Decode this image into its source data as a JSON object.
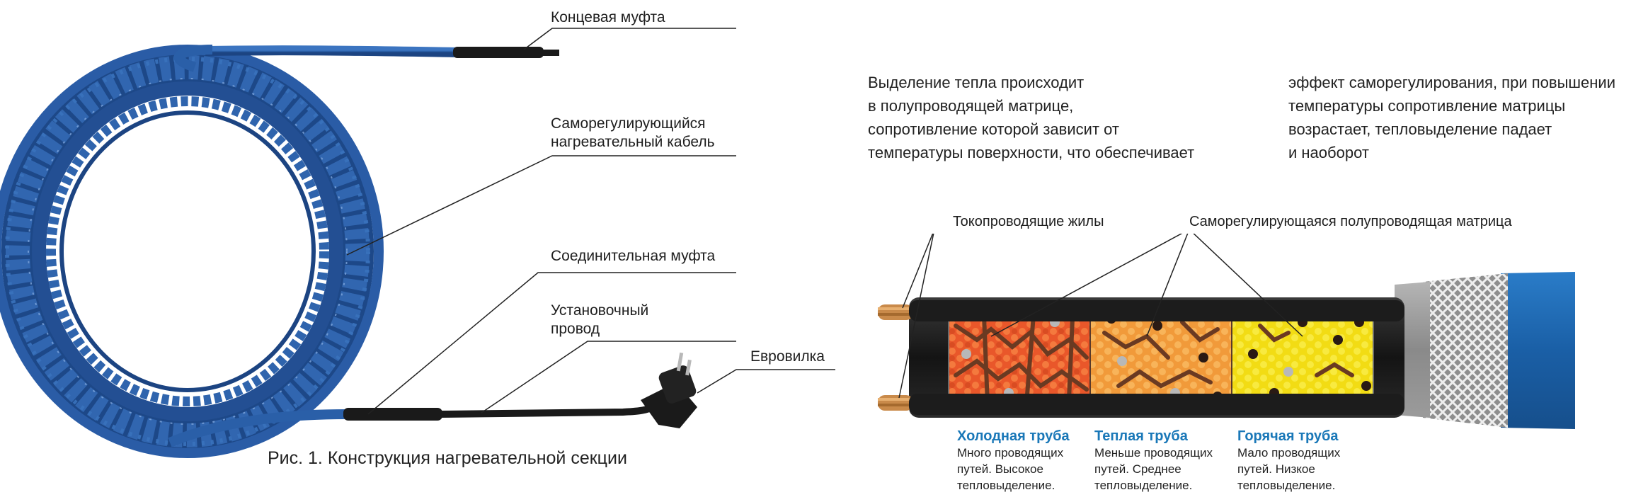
{
  "left_figure": {
    "labels": {
      "end_coupling": "Концевая муфта",
      "cable_line1": "Саморегулирующийся",
      "cable_line2": "нагревательный кабель",
      "connecting_coupling": "Соединительная муфта",
      "install_wire_line1": "Установочный",
      "install_wire_line2": "провод",
      "euro_plug": "Евровилка"
    },
    "caption": "Рис. 1. Конструкция нагревательной секции"
  },
  "right_figure": {
    "description_col1": [
      "Выделение тепла происходит",
      "в полупроводящей матрице,",
      "сопротивление которой зависит от",
      "температуры поверхности, что обеспечивает"
    ],
    "description_col2": [
      "эффект саморегулирования, при повышении",
      "температуры сопротивление матрицы",
      "возрастает, тепловыделение падает",
      "и наоборот"
    ],
    "labels": {
      "conductors": "Токопроводящие жилы",
      "matrix": "Саморегулирующаяся полупроводящая матрица"
    },
    "states": [
      {
        "title": "Холодная труба",
        "lines": [
          "Много проводящих",
          "путей. Высокое",
          "тепловыделение."
        ]
      },
      {
        "title": "Теплая труба",
        "lines": [
          "Меньше проводящих",
          "путей. Среднее",
          "тепловыделение."
        ]
      },
      {
        "title": "Горячая труба",
        "lines": [
          "Мало проводящих",
          "путей. Низкое",
          "тепловыделение."
        ]
      }
    ]
  },
  "colors": {
    "cable_blue": "#2a5fa8",
    "cable_dark_blue": "#1d3f7a",
    "cold_matrix": "#ee5f2c",
    "warm_matrix": "#f5a243",
    "hot_matrix": "#f4e21a",
    "accent_title": "#1a78b8",
    "jacket_black": "#1a1a1a",
    "copper": "#c98a4a",
    "braid": "#d8d8d8",
    "outer_blue": "#1f6fb8"
  }
}
